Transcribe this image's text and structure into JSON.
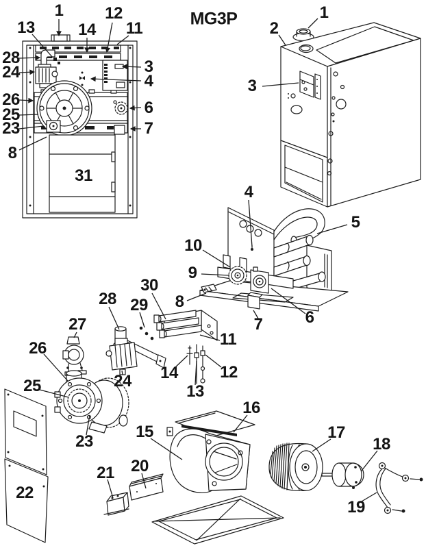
{
  "title": "MG3P",
  "part_labels": {
    "p1": "1",
    "p2": "2",
    "p3": "3",
    "p4": "4",
    "p5": "5",
    "p6": "6",
    "p7": "7",
    "p8": "8",
    "p9": "9",
    "p10": "10",
    "p11": "11",
    "p12": "12",
    "p13": "13",
    "p14": "14",
    "p15": "15",
    "p16": "16",
    "p17": "17",
    "p18": "18",
    "p19": "19",
    "p20": "20",
    "p21": "21",
    "p22": "22",
    "p23": "23",
    "p24": "24",
    "p25": "25",
    "p26": "26",
    "p27": "27",
    "p28": "28",
    "p29": "29",
    "p30": "30",
    "p31": "31"
  }
}
